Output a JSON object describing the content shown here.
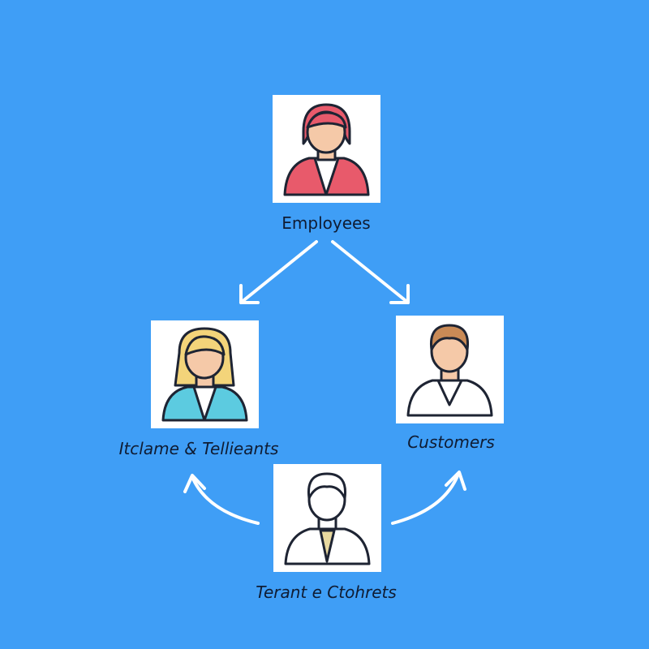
{
  "nodes": {
    "employees": {
      "label": "Employees",
      "color": "#e85a6b"
    },
    "left": {
      "label": "Itclame & Tellieants",
      "color": "#5ccbe0"
    },
    "customers": {
      "label": "Customers",
      "color": "#ffffff"
    },
    "bottom": {
      "label": "Terant e Ctohrets",
      "color": "#ffffff"
    }
  },
  "colors": {
    "background": "#3f9ef6",
    "arrow": "#ffffff",
    "skin": "#f5c9a8"
  }
}
